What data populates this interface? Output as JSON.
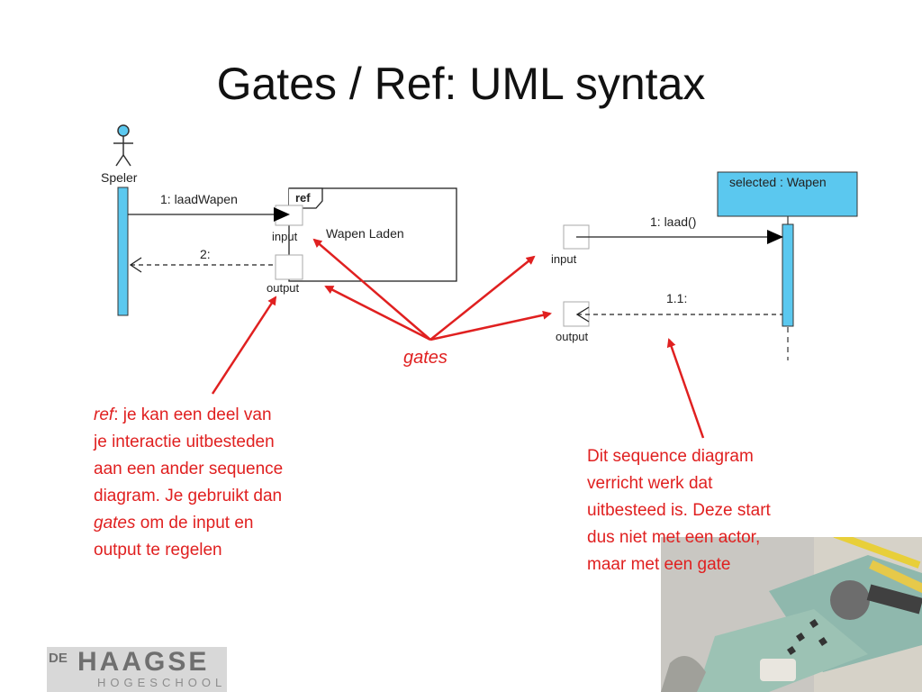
{
  "slide": {
    "title": "Gates / Ref: UML syntax"
  },
  "left_diagram": {
    "actor": "Speler",
    "message_1": "1: laadWapen",
    "message_2": "2:",
    "ref_tag": "ref",
    "ref_name": "Wapen Laden",
    "input_gate": "input",
    "output_gate": "output"
  },
  "right_diagram": {
    "lifeline": "selected : Wapen",
    "message_1": "1: laad()",
    "message_2": "1.1:",
    "input_gate": "input",
    "output_gate": "output"
  },
  "annotations": {
    "gates": "gates",
    "ref_note": {
      "term": "ref",
      "line1_rest": ": je kan een deel van",
      "line2": "je interactie uitbesteden",
      "line3": "aan een ander sequence",
      "line4": "diagram. Je gebruikt dan",
      "line5_term": "gates",
      "line5_rest": " om de input en",
      "line6": "output te regelen"
    },
    "right_note": {
      "line1": "Dit sequence diagram",
      "line2": "verricht werk dat",
      "line3": "uitbesteed is. Deze start",
      "line4": "dus niet met een actor,",
      "line5": "maar met een gate"
    }
  },
  "logo": {
    "prefix": "DE",
    "name": "HAAGSE",
    "sub": "HOGESCHOOL"
  },
  "colors": {
    "lifeline_fill": "#5bc8ef",
    "annotation": "#e02020",
    "title": "#111111"
  },
  "icons": [
    "actor-stick-figure-icon",
    "filled-arrowhead-icon",
    "open-arrowhead-icon"
  ]
}
